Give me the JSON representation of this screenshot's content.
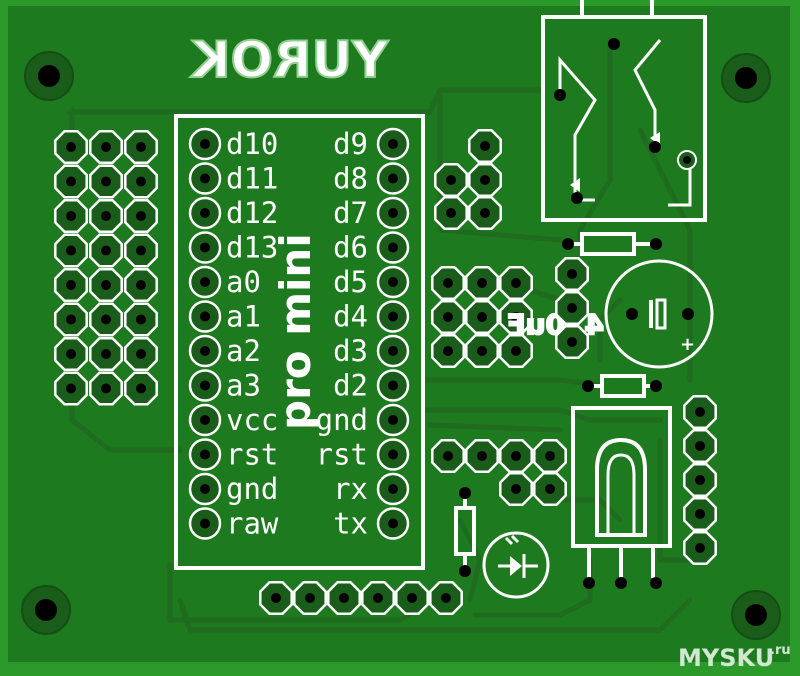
{
  "board": {
    "brand": "YUROK",
    "module_label": "pro mini",
    "cap_value": "470uF",
    "watermark": "MYSKU",
    "watermark_suffix": ".ru",
    "colors": {
      "board": "#1e7a1e",
      "edge": "#2b9a2b",
      "copper": "#1f6b1f",
      "silk": "#ffffff",
      "hole": "#000000"
    }
  },
  "pins_left": [
    "d10",
    "d11",
    "d12",
    "d13",
    "a0",
    "a1",
    "a2",
    "a3",
    "vcc",
    "rst",
    "gnd",
    "raw"
  ],
  "pins_right": [
    "d9",
    "d8",
    "d7",
    "d6",
    "d5",
    "d4",
    "d3",
    "d2",
    "gnd",
    "rst",
    "rx",
    "tx"
  ]
}
